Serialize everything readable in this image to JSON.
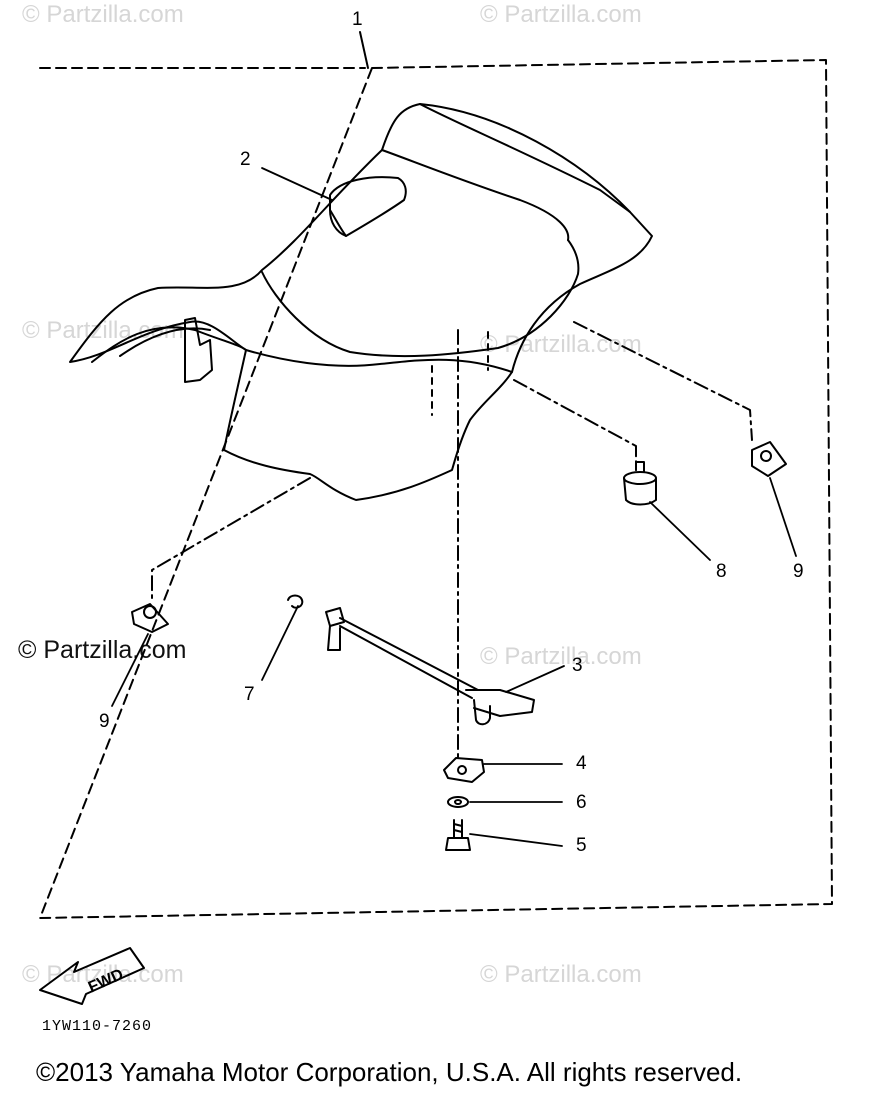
{
  "callouts": {
    "c1": "1",
    "c2": "2",
    "c3": "3",
    "c4": "4",
    "c5": "5",
    "c6": "6",
    "c7": "7",
    "c8": "8",
    "c9_right": "9",
    "c9_left": "9"
  },
  "watermarks": {
    "site_short": "© Partzilla.com",
    "site_strong": "© Partzilla.com"
  },
  "fwd_label": "FWD",
  "diagram_code": "1YW110-7260",
  "copyright": "©2013  Yamaha Motor Corporation, U.S.A. All rights reserved.",
  "colors": {
    "ink": "#000000",
    "watermark": "#d6d6d6",
    "background": "#ffffff"
  }
}
